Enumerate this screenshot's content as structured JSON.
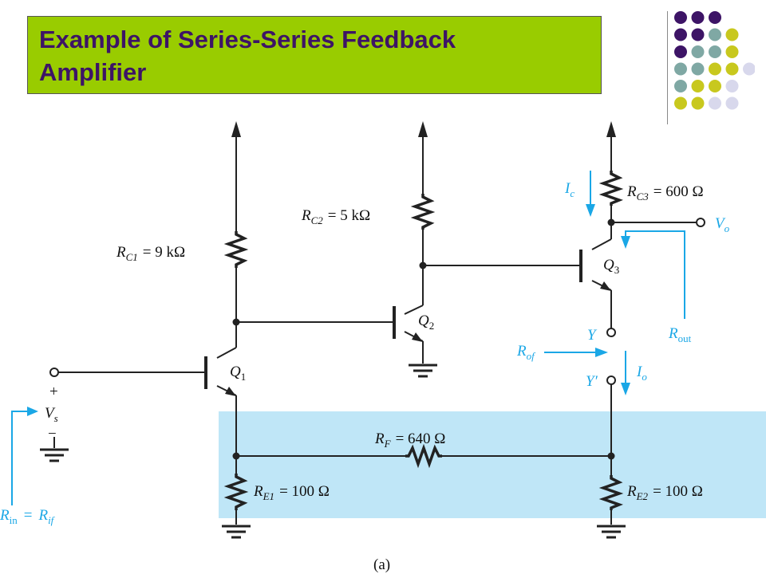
{
  "title": {
    "line1": "Example of Series-Series Feedback",
    "line2": "Amplifier"
  },
  "colors": {
    "title_bg": "#99cc00",
    "title_text": "#3d1466",
    "feedback_region": "#bfe6f7",
    "blue_annotation": "#1aa7e6",
    "dot_purple": "#3d1466",
    "dot_teal": "#7fa8a4",
    "dot_olive": "#c8c81e",
    "dot_lavender": "#d8d8ec"
  },
  "decoration": {
    "dot_grid": [
      [
        "purple",
        "purple",
        "purple",
        "none",
        "none"
      ],
      [
        "purple",
        "purple",
        "teal",
        "olive",
        "none"
      ],
      [
        "purple",
        "teal",
        "teal",
        "olive",
        "none"
      ],
      [
        "teal",
        "teal",
        "olive",
        "olive",
        "lavender"
      ],
      [
        "teal",
        "olive",
        "olive",
        "lavender",
        "none"
      ],
      [
        "olive",
        "olive",
        "lavender",
        "lavender",
        "none"
      ]
    ]
  },
  "circuit": {
    "resistors": {
      "rc1": {
        "name": "R",
        "sub": "C1",
        "value": "= 9 kΩ"
      },
      "rc2": {
        "name": "R",
        "sub": "C2",
        "value": "= 5 kΩ"
      },
      "rc3": {
        "name": "R",
        "sub": "C3",
        "value": "= 600 Ω"
      },
      "rf": {
        "name": "R",
        "sub": "F",
        "value": "= 640 Ω"
      },
      "re1": {
        "name": "R",
        "sub": "E1",
        "value": "= 100 Ω"
      },
      "re2": {
        "name": "R",
        "sub": "E2",
        "value": "= 100 Ω"
      }
    },
    "transistors": {
      "q1": {
        "name": "Q",
        "sub": "1"
      },
      "q2": {
        "name": "Q",
        "sub": "2"
      },
      "q3": {
        "name": "Q",
        "sub": "3"
      }
    },
    "labels": {
      "vs": {
        "name": "V",
        "sub": "s"
      },
      "plus": "+",
      "minus": "−",
      "vo": {
        "name": "V",
        "sub": "o"
      },
      "ic": {
        "name": "I",
        "sub": "c"
      },
      "io": {
        "name": "I",
        "sub": "o"
      },
      "y": "Y",
      "yprime": "Y′",
      "rof": {
        "name": "R",
        "sub": "of"
      },
      "rout": {
        "name": "R",
        "sub": "out"
      },
      "rin": {
        "name": "R",
        "sub": "in",
        "eq": "=",
        "name2": "R",
        "sub2": "if"
      }
    },
    "caption": "(a)"
  }
}
